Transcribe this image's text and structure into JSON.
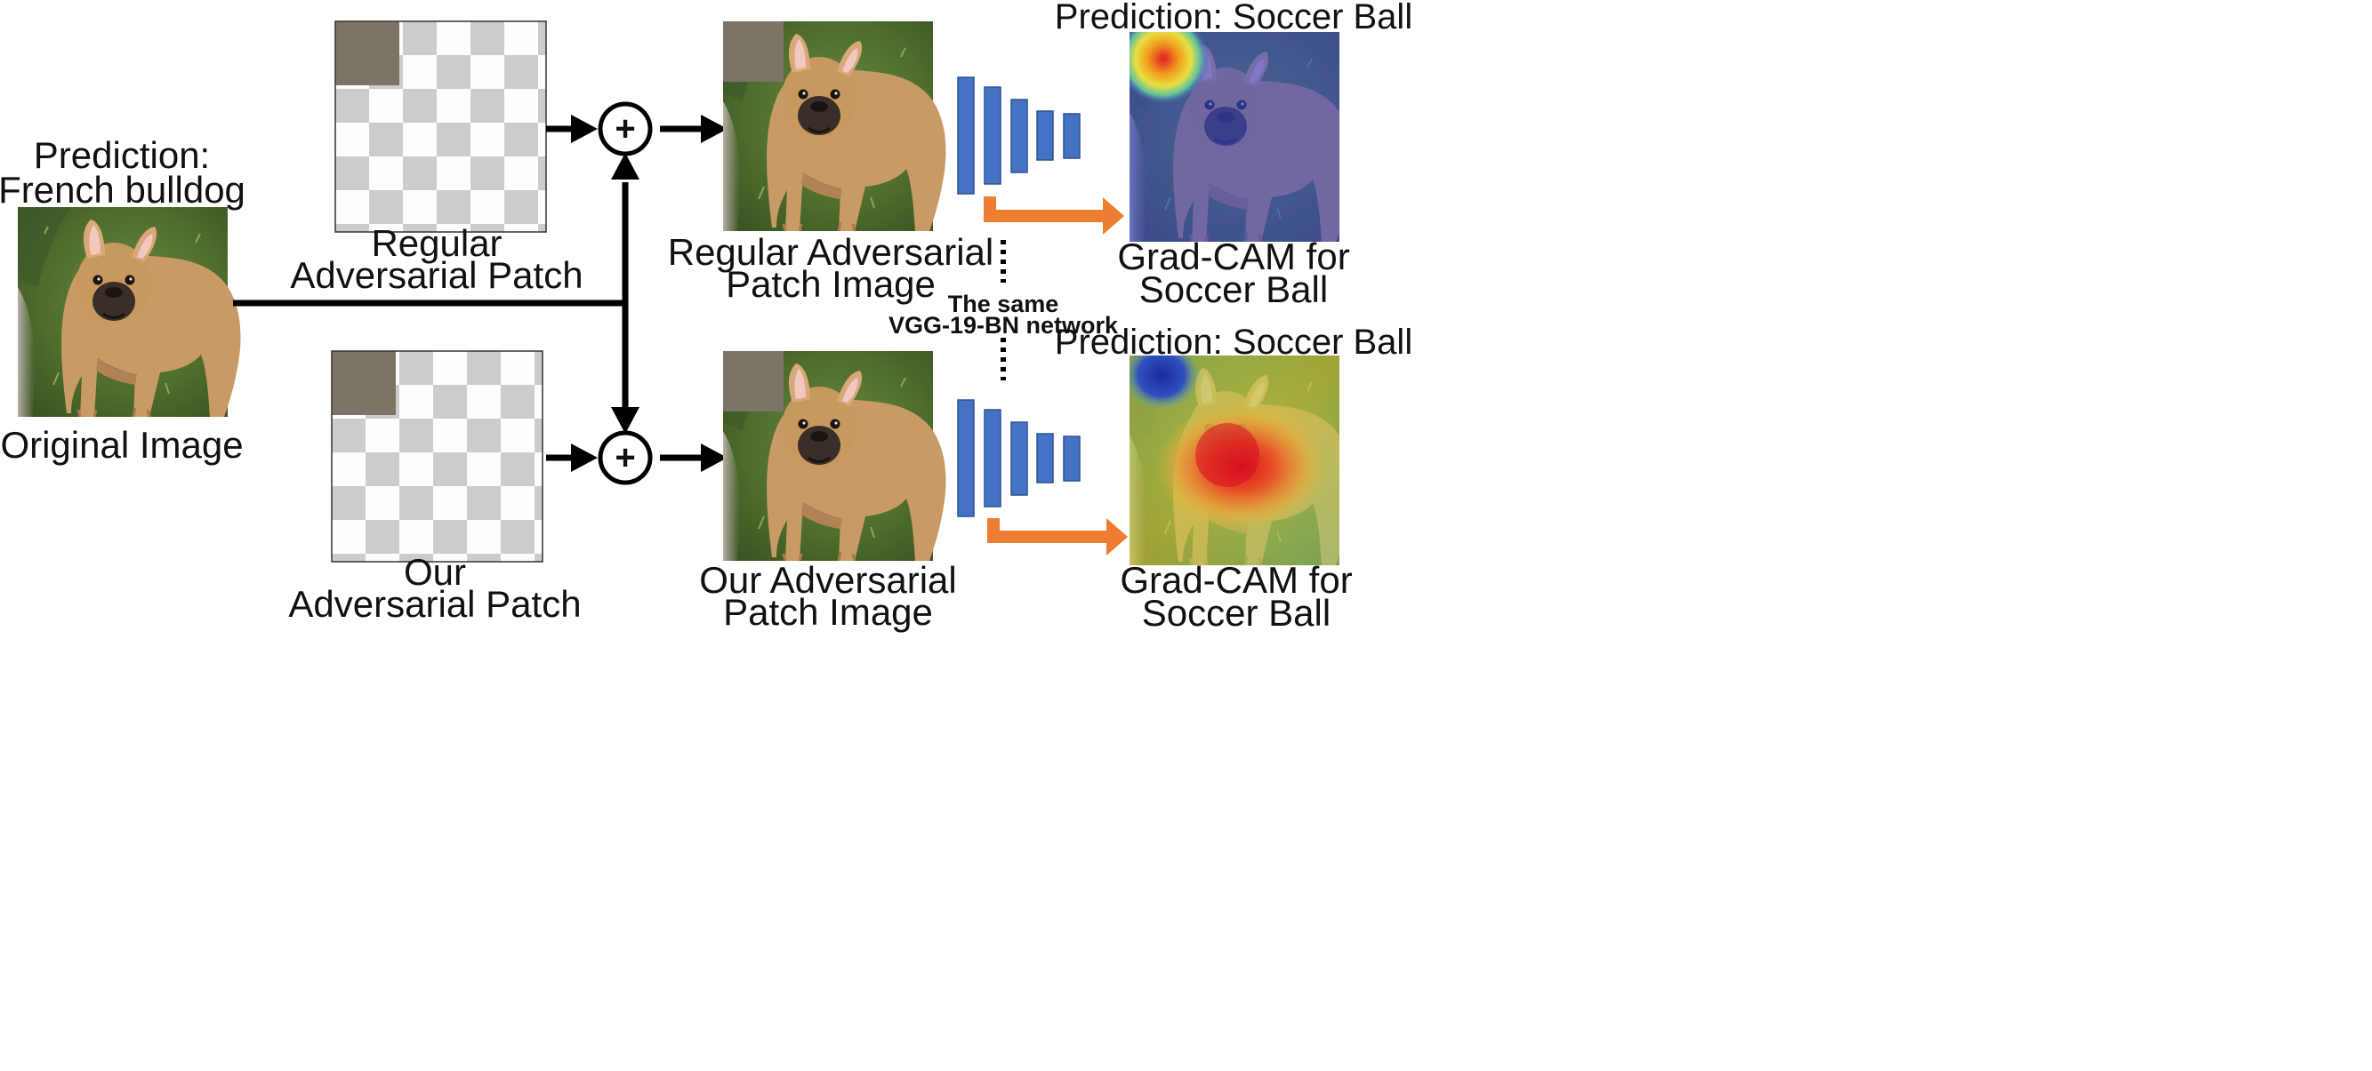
{
  "labels": {
    "original_prediction_line1": "Prediction:",
    "original_prediction_line2": "French bulldog",
    "original_image": "Original Image",
    "regular_patch_line1": "Regular",
    "regular_patch_line2": "Adversarial Patch",
    "our_patch_line1": "Our",
    "our_patch_line2": "Adversarial Patch",
    "regular_patched_line1": "Regular Adversarial",
    "regular_patched_line2": "Patch Image",
    "our_patched_line1": "Our Adversarial",
    "our_patched_line2": "Patch Image",
    "network_line1": "The same",
    "network_line2": "VGG-19-BN network",
    "top_prediction": "Prediction: Soccer Ball",
    "bottom_prediction": "Prediction: Soccer Ball",
    "top_gradcam_line1": "Grad-CAM for",
    "top_gradcam_line2": "Soccer Ball",
    "bottom_gradcam_line1": "Grad-CAM for",
    "bottom_gradcam_line2": "Soccer Ball"
  },
  "operators": {
    "plus": "+"
  },
  "colors": {
    "network_blue": "#4472c4",
    "arrow_orange": "#ed7d31",
    "arrow_black": "#000000",
    "patch_gray": "#7c7467",
    "checker_light": "#fdfdfd",
    "checker_dark": "#cccccc"
  }
}
